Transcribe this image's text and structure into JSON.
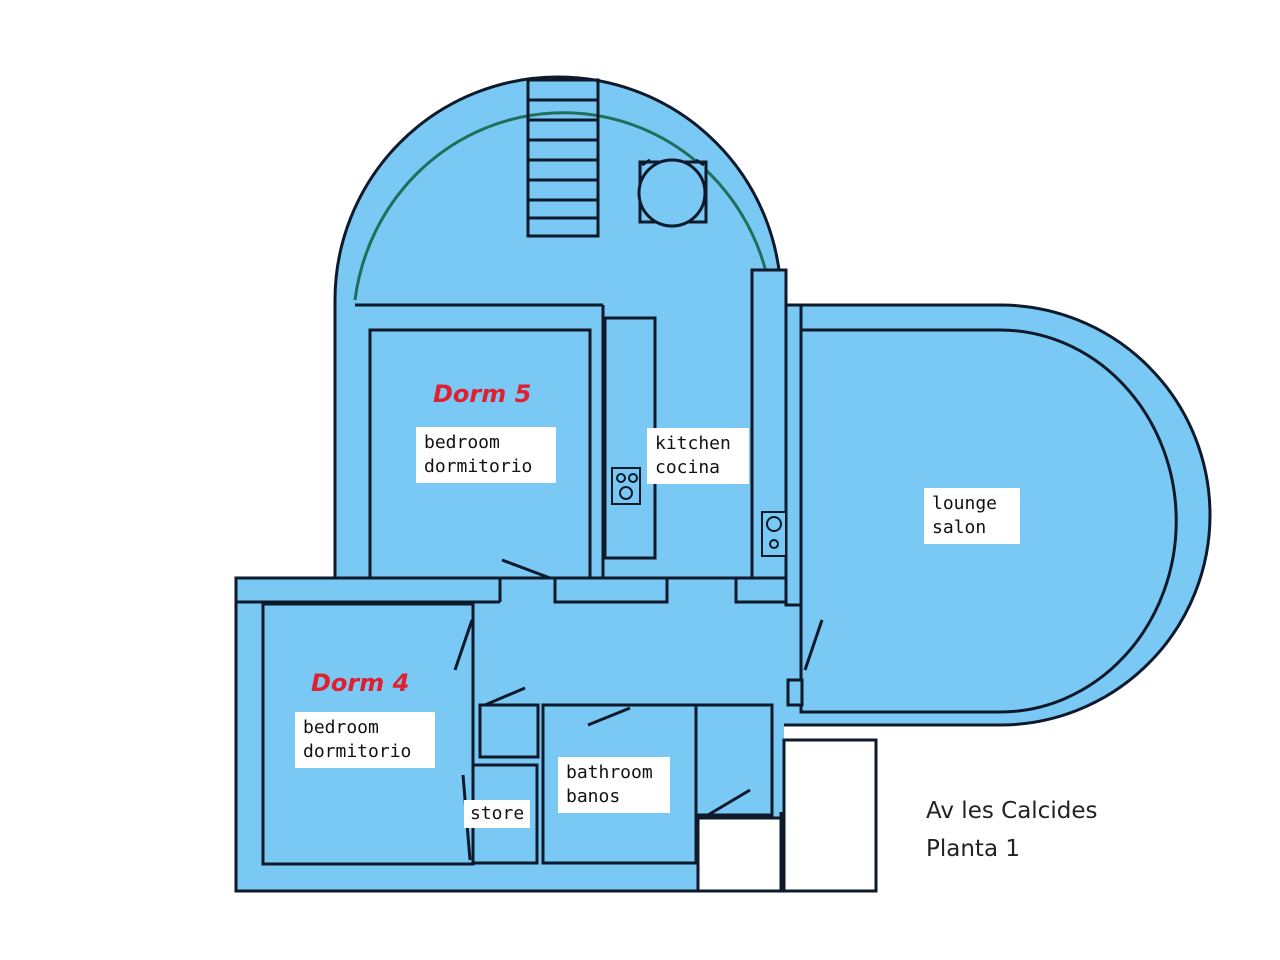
{
  "colors": {
    "floor": "#7ac8f4",
    "wall": "#0e1a2a",
    "outer_arc": "#1f6f5a",
    "dorm_label": "#e02030",
    "room_label_bg": "#ffffff"
  },
  "rooms": {
    "dorm5": {
      "title": "Dorm 5",
      "line1": "bedroom",
      "line2": "dormitorio"
    },
    "dorm4": {
      "title": "Dorm 4",
      "line1": "bedroom",
      "line2": "dormitorio"
    },
    "kitchen": {
      "line1": "kitchen",
      "line2": "cocina"
    },
    "lounge": {
      "line1": "lounge",
      "line2": "salon"
    },
    "bathroom": {
      "line1": "bathroom",
      "line2": "banos"
    },
    "store": {
      "label": "store"
    }
  },
  "fixtures": [
    "staircase",
    "dining-table",
    "hob",
    "hob"
  ],
  "caption": {
    "line1": "Av les Calcides",
    "line2": "Planta 1"
  }
}
